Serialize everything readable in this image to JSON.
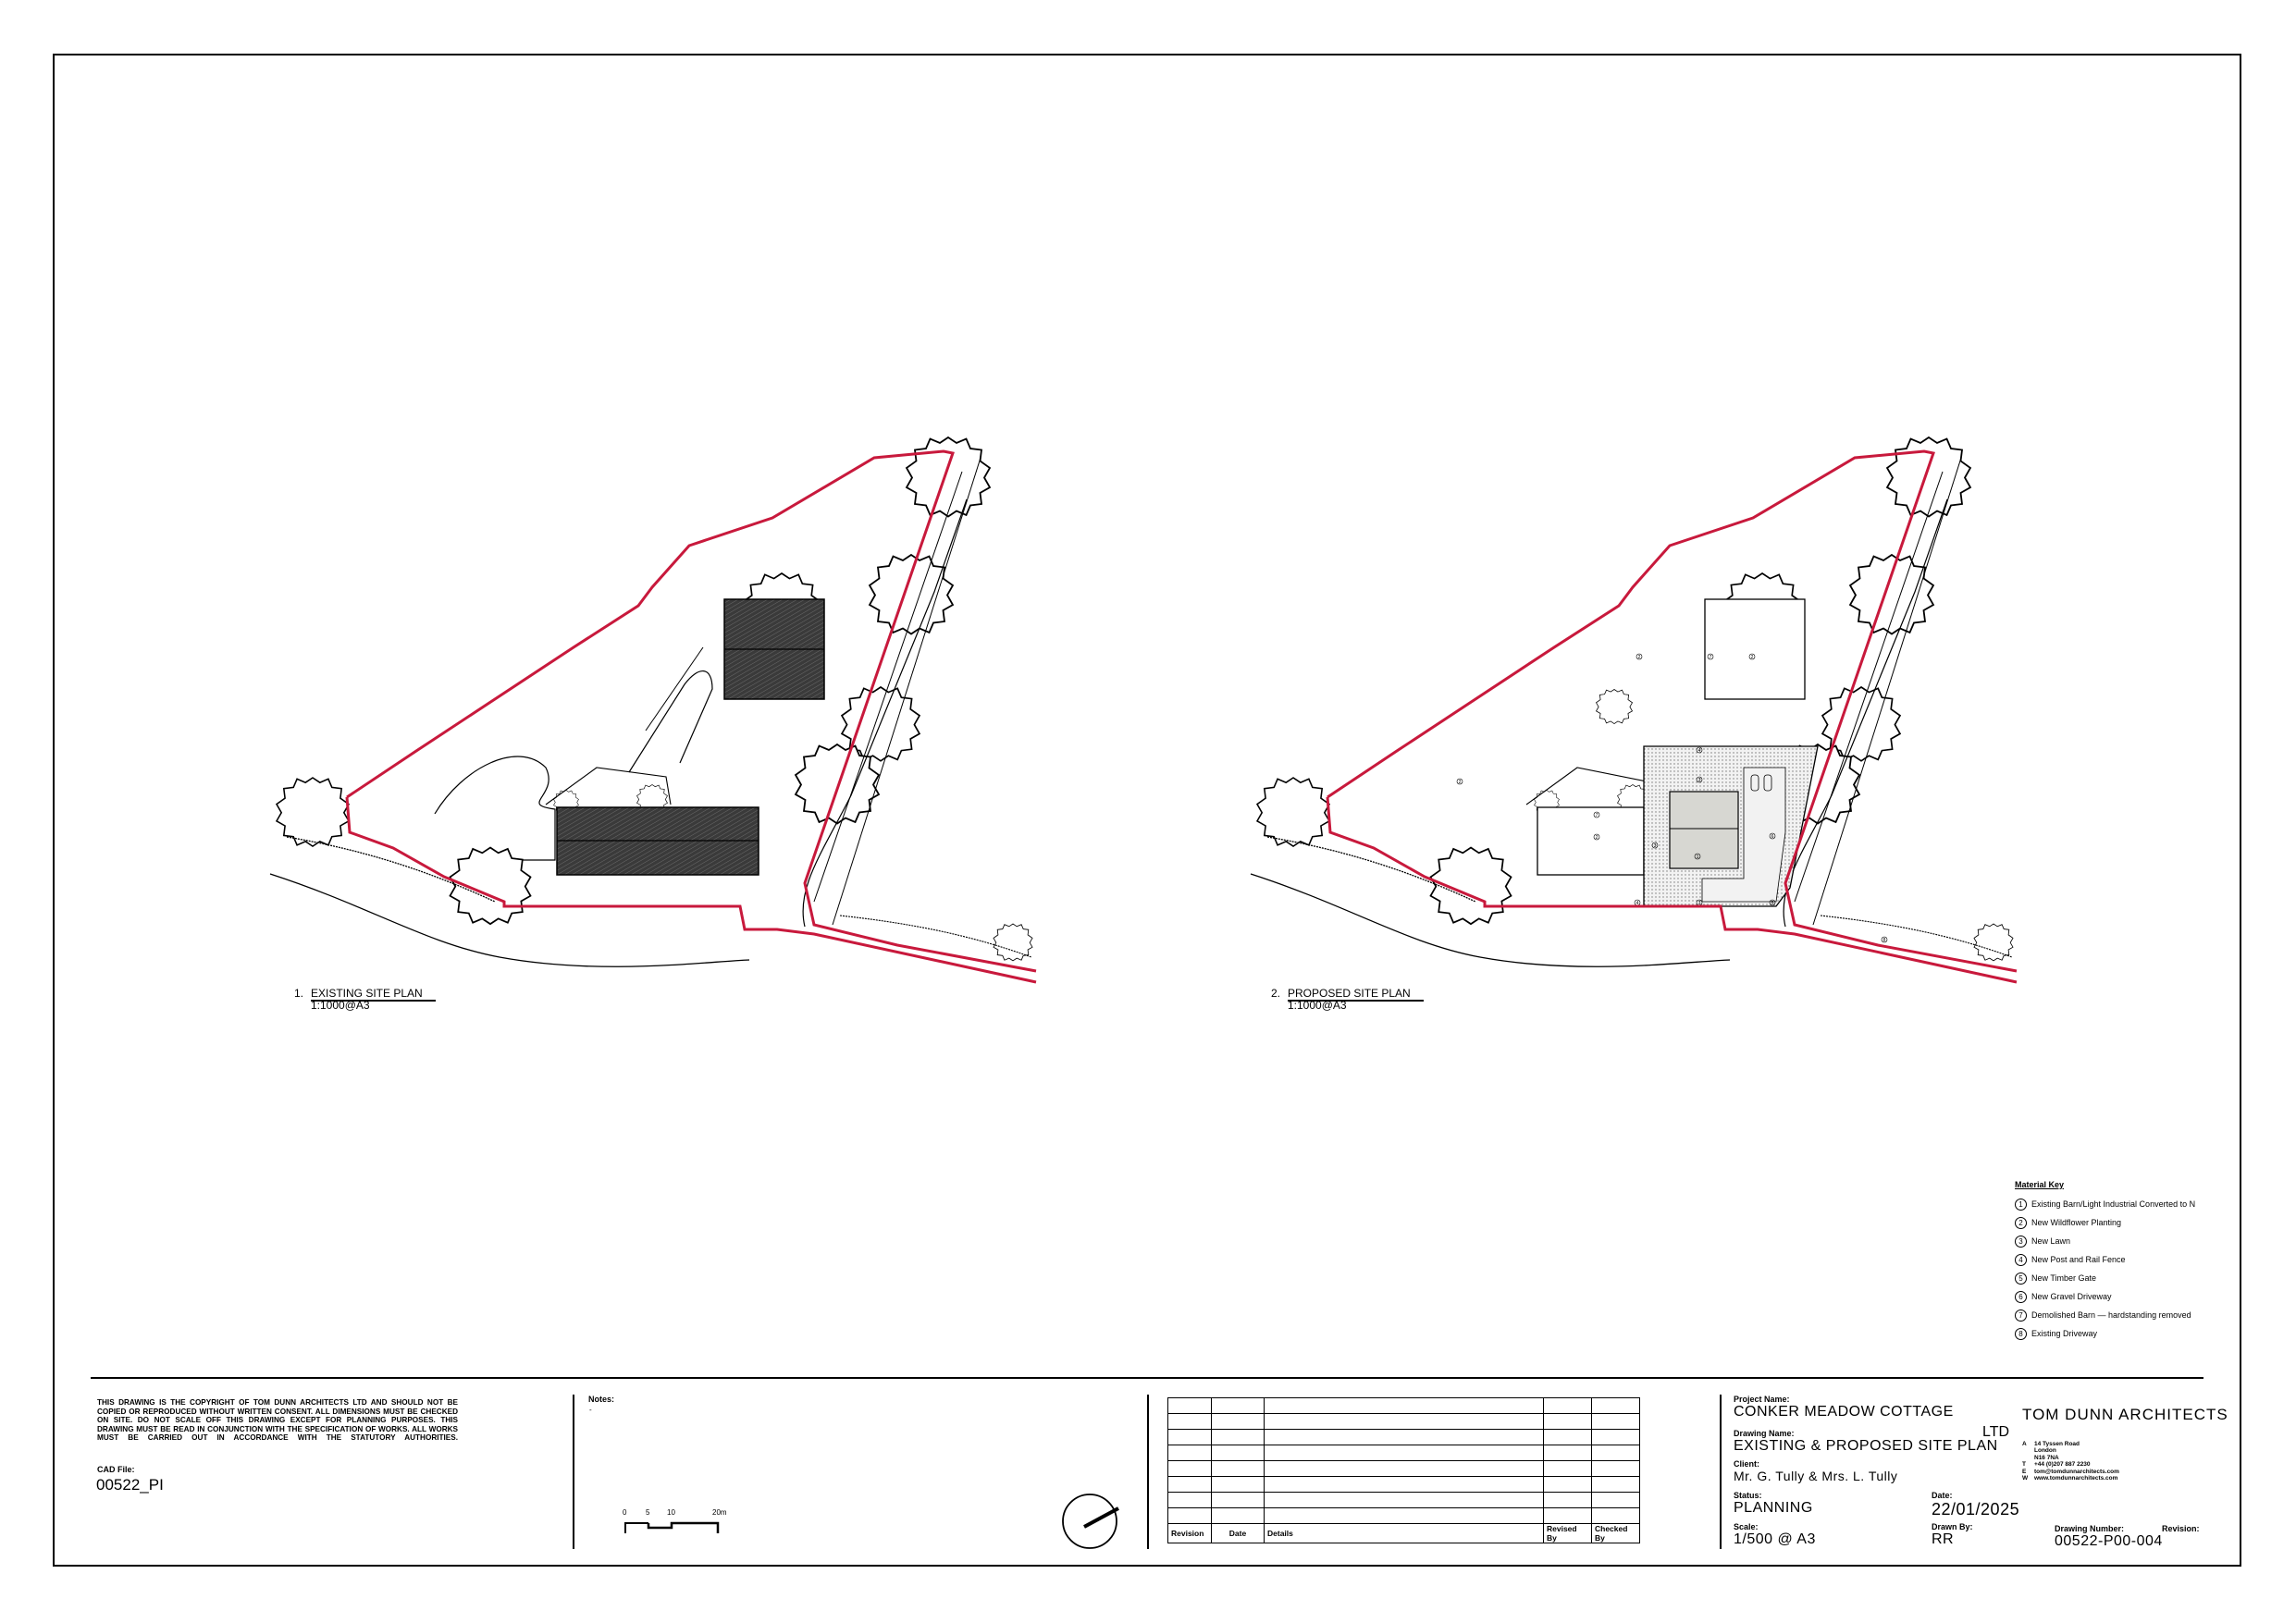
{
  "drawings": [
    {
      "number": "1.",
      "title": "EXISTING SITE PLAN",
      "scale": "1:1000@A3"
    },
    {
      "number": "2.",
      "title": "PROPOSED SITE PLAN",
      "scale": "1:1000@A3"
    }
  ],
  "colors": {
    "boundary": "#c8193c",
    "ink": "#000000",
    "building_fill": "#3a3a3a",
    "new_building_fill": "#d7d7d2",
    "gravel_fill": "#e6e6e6"
  },
  "material_key": {
    "heading": "Material Key",
    "items": [
      {
        "n": "1",
        "label": "Existing Barn/Light Industrial Converted to N"
      },
      {
        "n": "2",
        "label": "New Wildflower Planting"
      },
      {
        "n": "3",
        "label": "New Lawn"
      },
      {
        "n": "4",
        "label": "New Post and Rail Fence"
      },
      {
        "n": "5",
        "label": "New Timber Gate"
      },
      {
        "n": "6",
        "label": "New Gravel Driveway"
      },
      {
        "n": "7",
        "label": "Demolished Barn — hardstanding removed"
      },
      {
        "n": "8",
        "label": "Existing Driveway"
      }
    ]
  },
  "copyright_text": "THIS DRAWING IS THE COPYRIGHT OF TOM DUNN ARCHITECTS LTD AND SHOULD NOT BE COPIED OR REPRODUCED WITHOUT WRITTEN CONSENT. ALL DIMENSIONS MUST BE CHECKED ON SITE. DO NOT SCALE OFF THIS DRAWING EXCEPT FOR PLANNING PURPOSES. THIS DRAWING MUST BE READ IN CONJUNCTION WITH THE SPECIFICATION OF WORKS. ALL WORKS MUST BE CARRIED OUT IN ACCORDANCE WITH THE STATUTORY AUTHORITIES.",
  "cad_file": {
    "label": "CAD File:",
    "value": "00522_PI"
  },
  "notes": {
    "label": "Notes:",
    "body": "-"
  },
  "scale_bar": {
    "ticks": [
      "0",
      "5",
      "10",
      "20m"
    ]
  },
  "north_arrow": {
    "icon": "north-arrow-icon"
  },
  "revision_table": {
    "headers": [
      "Revision",
      "Date",
      "Details",
      "Revised By",
      "Checked By"
    ],
    "empty_rows": 8
  },
  "title_block": {
    "project_name_label": "Project Name:",
    "project_name": "CONKER MEADOW COTTAGE",
    "drawing_name_label": "Drawing Name:",
    "drawing_name": "EXISTING & PROPOSED SITE PLAN",
    "client_label": "Client:",
    "client": "Mr. G. Tully & Mrs. L. Tully",
    "status_label": "Status:",
    "status": "PLANNING",
    "date_label": "Date:",
    "date": "22/01/2025",
    "scale_label": "Scale:",
    "scale": "1/500 @ A3",
    "drawn_by_label": "Drawn By:",
    "drawn_by": "RR",
    "drawing_number_label": "Drawing Number:",
    "drawing_number": "00522-P00-004",
    "revision_label": "Revision:",
    "revision": ""
  },
  "firm": {
    "name": "TOM DUNN ARCHITECTS",
    "suffix": "LTD",
    "contact": [
      {
        "k": "A",
        "v": "14 Tyssen Road"
      },
      {
        "k": "",
        "v": "London"
      },
      {
        "k": "",
        "v": "N16 7NA"
      },
      {
        "k": "T",
        "v": "+44 (0)207 887 2230"
      },
      {
        "k": "E",
        "v": "tom@tomdunnarchitects.com"
      },
      {
        "k": "W",
        "v": "www.tomdunnarchitects.com"
      }
    ]
  }
}
